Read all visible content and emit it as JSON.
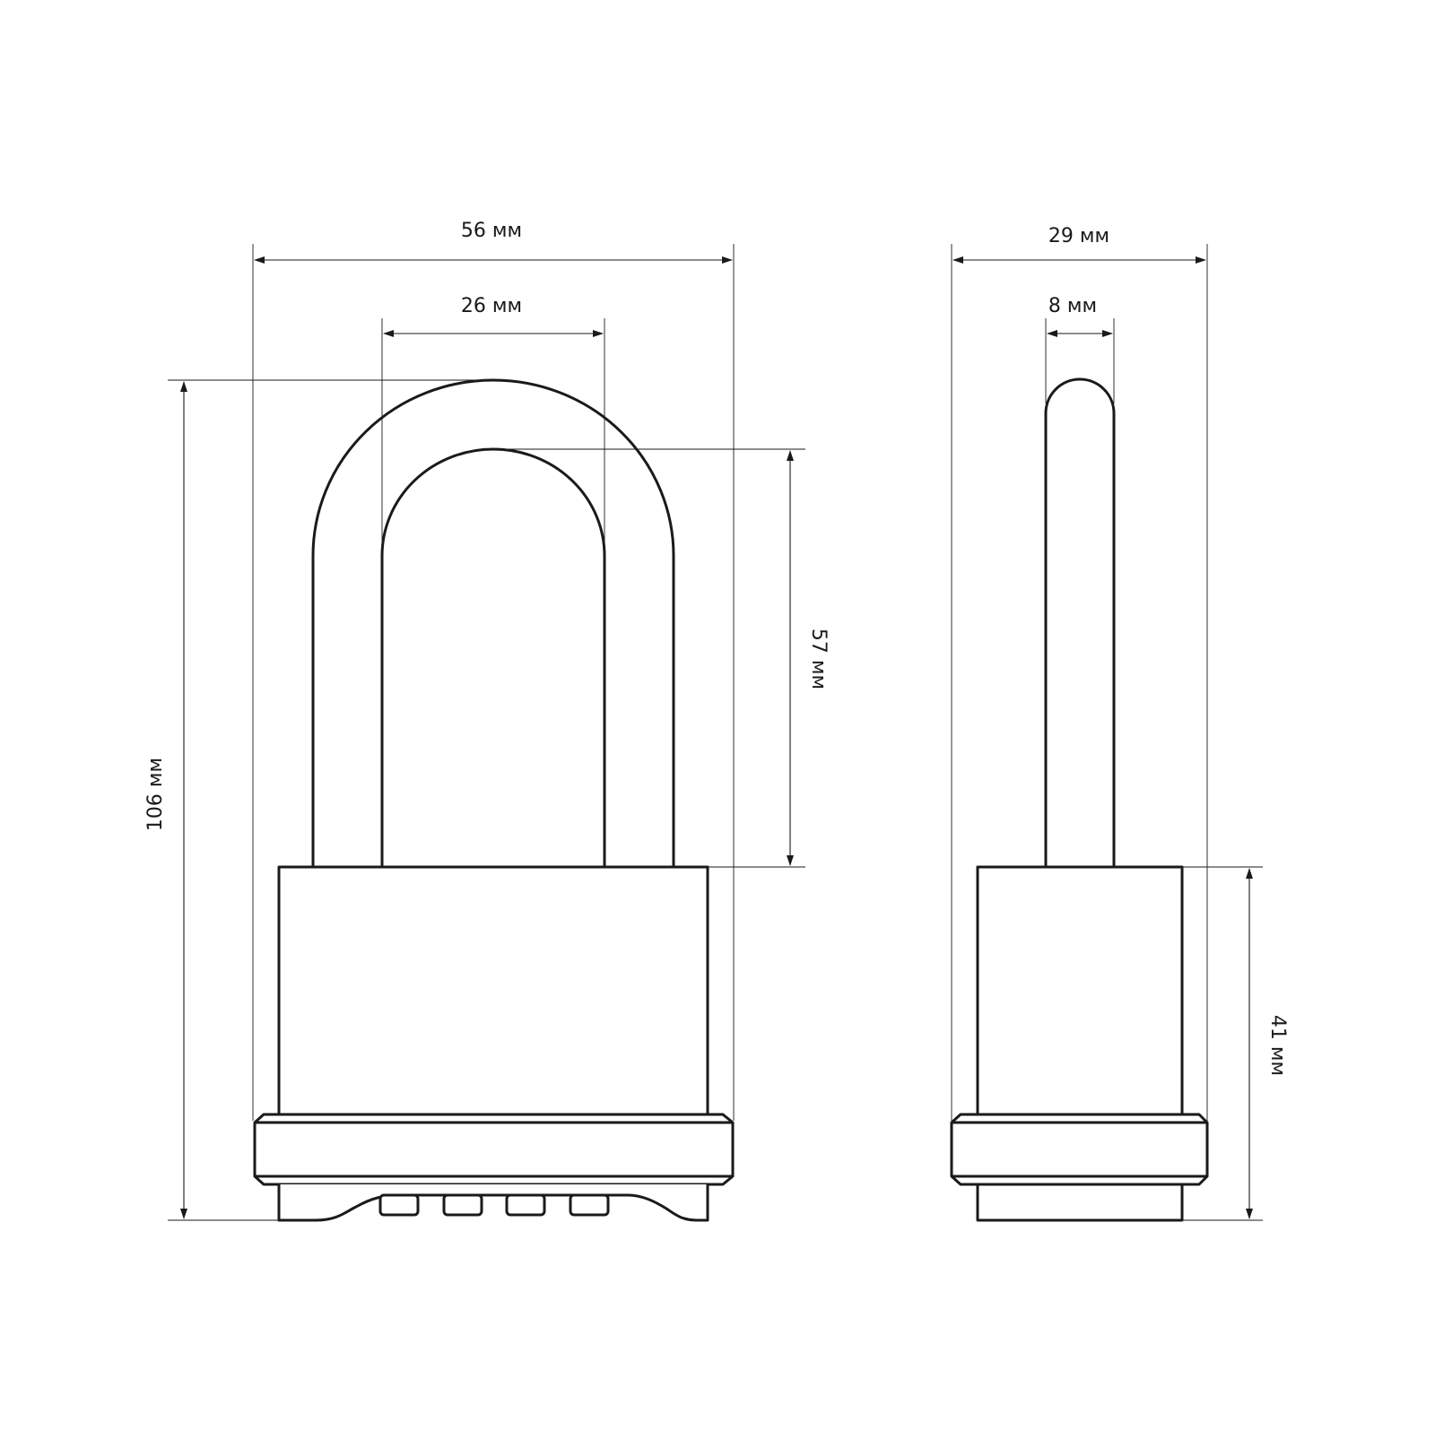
{
  "front_view": {
    "overall_width": "56 мм",
    "shackle_clearance_width": "26 мм",
    "overall_height": "106 мм",
    "shackle_clearance_height": "57 мм"
  },
  "side_view": {
    "body_thickness": "29 мм",
    "shackle_diameter": "8 мм",
    "body_height": "41 мм"
  },
  "colors": {
    "line": "#1a1a1a",
    "background": "#ffffff"
  }
}
